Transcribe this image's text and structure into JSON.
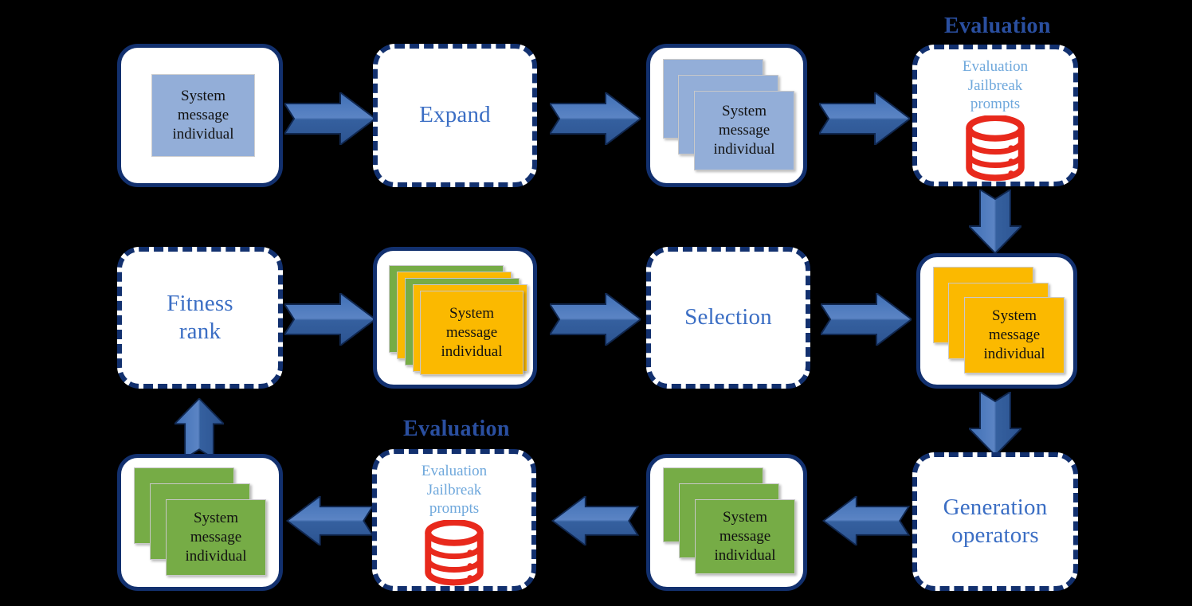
{
  "diagram": {
    "title": "Evolutionary jailbreak prompt optimization loop",
    "background_color": "#000000",
    "accent_blue": "#12306e",
    "label_blue": "#3b6ec4",
    "caption_blue": "#2a4fa0",
    "arrow_blue": "#3f6fb5",
    "card_blue": "#93aed8",
    "card_orange": "#fbb900",
    "card_green": "#76ac46",
    "db_red": "#e8291c"
  },
  "captions": [
    {
      "id": "caption-evaluation-top",
      "text": "Evaluation"
    },
    {
      "id": "caption-evaluation-bottom",
      "text": "Evaluation"
    }
  ],
  "nodes": {
    "system_message_individual": "System\nmessage\nindividual",
    "expand": "Expand",
    "selection": "Selection",
    "fitness_rank": "Fitness\nrank",
    "generation_operators": "Generation\noperators",
    "evaluation_db": "Evaluation\nJailbreak\nprompts"
  },
  "flow": {
    "row1": [
      {
        "name": "initial-individual-box",
        "kind": "flat-card",
        "color": "#93aed8",
        "label": "System\nmessage\nindividual"
      },
      {
        "name": "expand-box",
        "kind": "process",
        "label": "Expand"
      },
      {
        "name": "expanded-population-box",
        "kind": "stack",
        "count": 3,
        "colors": [
          "#93aed8"
        ],
        "label": "System\nmessage\nindividual"
      },
      {
        "name": "evaluation-box-top",
        "kind": "evaluation",
        "label": "Evaluation\nJailbreak\nprompts",
        "icon": "database-icon"
      }
    ],
    "row2": [
      {
        "name": "fitness-rank-box",
        "kind": "process",
        "label": "Fitness\nrank"
      },
      {
        "name": "ranked-population-box",
        "kind": "stack",
        "count": 5,
        "colors": [
          "#76ac46",
          "#fbb900",
          "#76ac46",
          "#fbb900",
          "#fbb900"
        ],
        "label": "System\nmessage\nindividual"
      },
      {
        "name": "selection-box",
        "kind": "process",
        "label": "Selection"
      },
      {
        "name": "selected-population-box",
        "kind": "stack",
        "count": 3,
        "colors": [
          "#fbb900"
        ],
        "label": "System\nmessage\nindividual"
      }
    ],
    "row3": [
      {
        "name": "evaluated-offspring-box",
        "kind": "stack",
        "count": 3,
        "colors": [
          "#76ac46"
        ],
        "label": "System\nmessage\nindividual"
      },
      {
        "name": "evaluation-box-bottom",
        "kind": "evaluation",
        "label": "Evaluation\nJailbreak\nprompts",
        "icon": "database-icon"
      },
      {
        "name": "offspring-population-box",
        "kind": "stack",
        "count": 3,
        "colors": [
          "#76ac46"
        ],
        "label": "System\nmessage\nindividual"
      },
      {
        "name": "generation-operators-box",
        "kind": "process",
        "label": "Generation\noperators"
      }
    ]
  },
  "arrows": [
    {
      "name": "arrow-initial-to-expand",
      "direction": "right"
    },
    {
      "name": "arrow-expand-to-expanded",
      "direction": "right"
    },
    {
      "name": "arrow-expanded-to-evaluation",
      "direction": "right"
    },
    {
      "name": "arrow-evaluation-to-selected",
      "direction": "down"
    },
    {
      "name": "arrow-selected-to-selection",
      "direction": "left"
    },
    {
      "name": "arrow-selection-to-ranked",
      "direction": "left"
    },
    {
      "name": "arrow-ranked-to-fitness",
      "direction": "left"
    },
    {
      "name": "arrow-selected-to-generation",
      "direction": "down"
    },
    {
      "name": "arrow-generation-to-offspring",
      "direction": "left"
    },
    {
      "name": "arrow-offspring-to-evaluation",
      "direction": "left"
    },
    {
      "name": "arrow-evaluation-to-evaluated",
      "direction": "left"
    },
    {
      "name": "arrow-evaluated-to-fitness",
      "direction": "up"
    }
  ]
}
